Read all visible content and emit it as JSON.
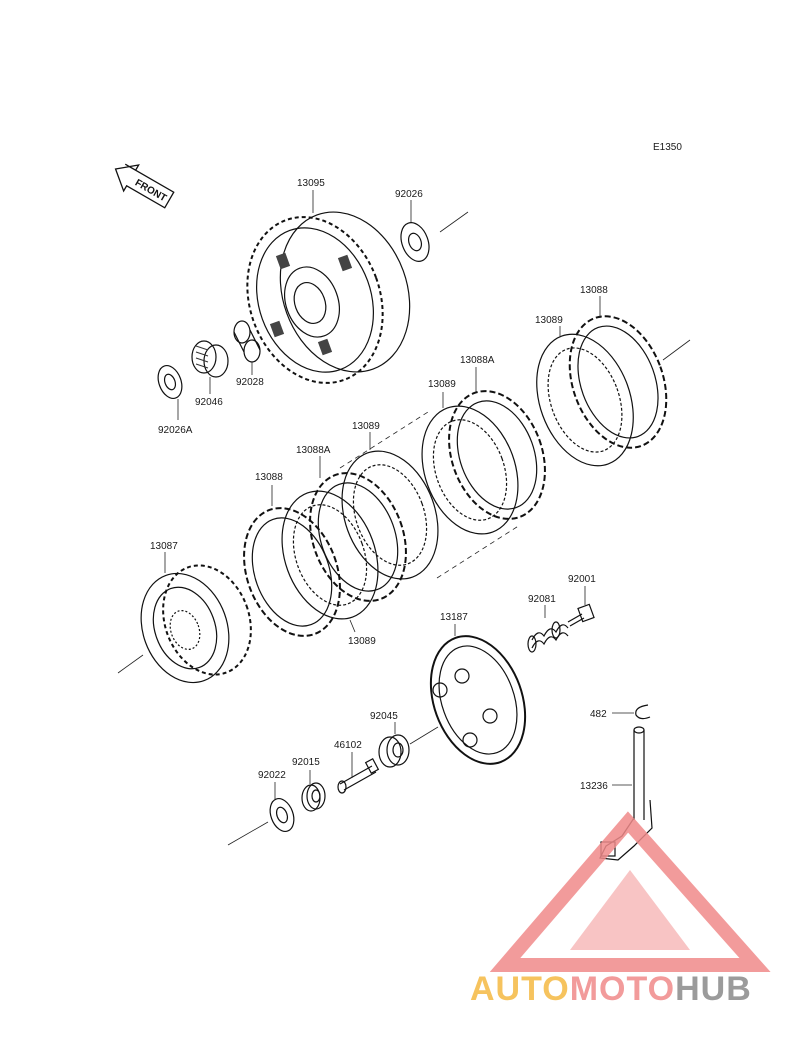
{
  "diagram": {
    "code": "E1350",
    "front_label": "FRONT",
    "labels": {
      "p13095": "13095",
      "p92026": "92026",
      "p92028": "92028",
      "p92046": "92046",
      "p92026a": "92026A",
      "p13088_top": "13088",
      "p13089_top": "13089",
      "p13088a_mid": "13088A",
      "p13089_mid": "13089",
      "p13089_mid2": "13089",
      "p13088a_left": "13088A",
      "p13088_left": "13088",
      "p13089_bottom": "13089",
      "p13087": "13087",
      "p92001": "92001",
      "p92081": "92081",
      "p13187": "13187",
      "p92045": "92045",
      "p46102": "46102",
      "p92015": "92015",
      "p92022": "92022",
      "p482": "482",
      "p13236": "13236"
    }
  },
  "watermark": {
    "part1": "AUTO",
    "part2": "MOTO",
    "part3": "HUB",
    "color1": "#f5b942",
    "color2": "#f08a8a",
    "color3": "#8a8a8a"
  }
}
